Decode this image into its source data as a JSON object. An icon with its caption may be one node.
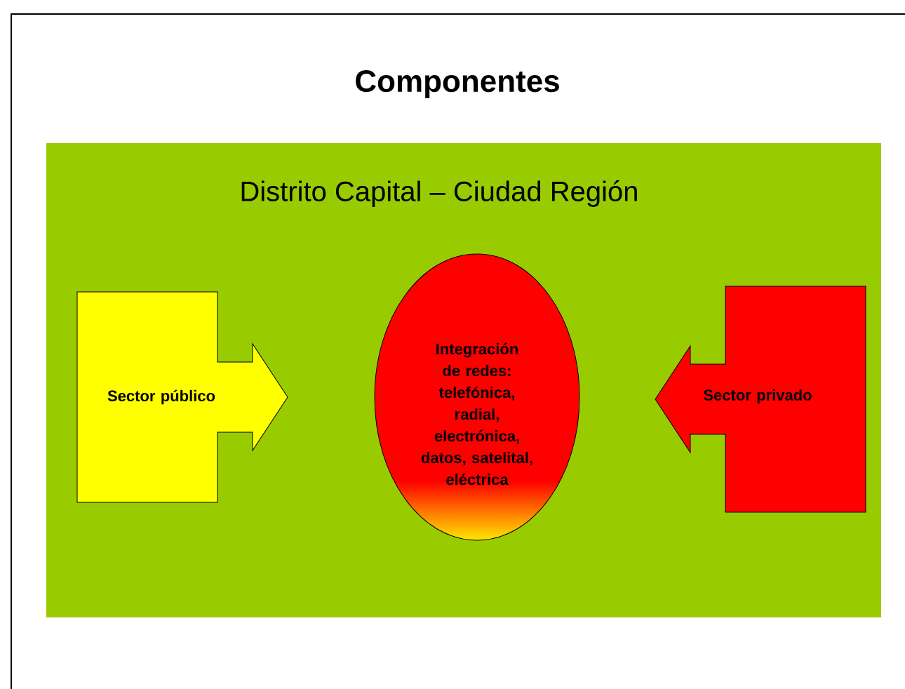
{
  "diagram": {
    "title": "Componentes",
    "nodes": [
      {
        "text": [
          "Distrito Capital – Ciudad Región"
        ]
      },
      {
        "text": [
          "Sector público"
        ],
        "in": 0
      },
      {
        "text": [
          "Integración de redes: telefónica, radial, electrónica, datos, satelital, eléctrica"
        ],
        "in": 0
      },
      {
        "text": [
          "Sector privado"
        ],
        "in": 0
      }
    ]
  }
}
